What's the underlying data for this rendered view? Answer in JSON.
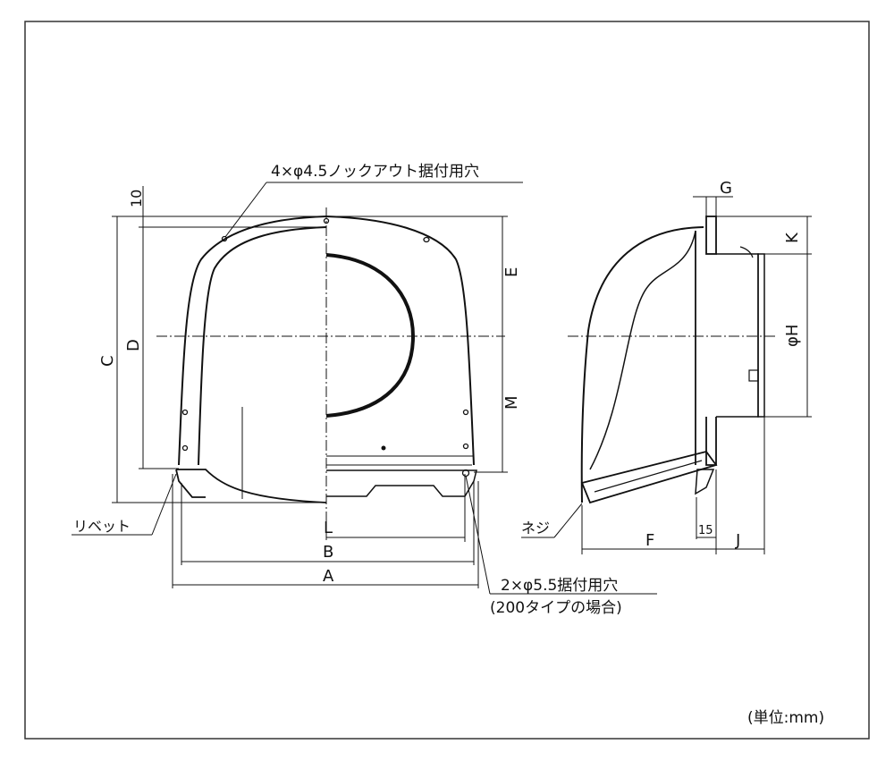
{
  "diagram": {
    "callouts": {
      "knockout_holes": "4×φ4.5ノックアウト据付用穴",
      "rivet": "リベット",
      "mount_holes": "2×φ5.5据付用穴",
      "mount_holes_note": "(200タイプの場合)",
      "screw": "ネジ"
    },
    "dimensions": {
      "ten": "10",
      "C": "C",
      "D": "D",
      "E": "E",
      "M": "M",
      "L": "L",
      "B": "B",
      "A": "A",
      "G": "G",
      "K": "K",
      "H": "φH",
      "F": "F",
      "fifteen": "15",
      "J": "J"
    },
    "unit_note": "(単位:mm)"
  }
}
